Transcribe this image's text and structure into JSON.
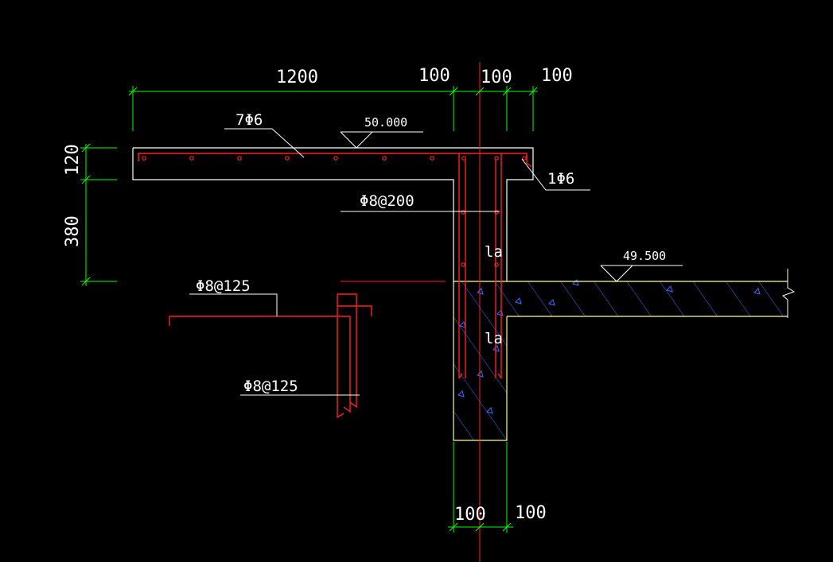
{
  "dimensions": {
    "top_1200": "1200",
    "top_100_a": "100",
    "top_100_b": "100",
    "top_100_c": "100",
    "left_120": "120",
    "left_380": "380",
    "bottom_100_a": "100",
    "bottom_100_b": "100"
  },
  "labels": {
    "rebar_7phi6": "7Φ6",
    "rebar_1phi6": "1Φ6",
    "rebar_phi8_200": "Φ8@200",
    "rebar_phi8_125_upper": "Φ8@125",
    "rebar_phi8_125_lower": "Φ8@125",
    "anchor_la_upper": "la",
    "anchor_la_lower": "la"
  },
  "elevations": {
    "roof": "50.000",
    "floor": "49.500"
  },
  "colors": {
    "background": "#000000",
    "concrete_outline": "#ffffff",
    "dimension_line": "#00ff00",
    "rebar": "#ff2020",
    "slab_outline": "#ffff80",
    "hatch": "#3b6cff",
    "axis": "#ff2020"
  }
}
